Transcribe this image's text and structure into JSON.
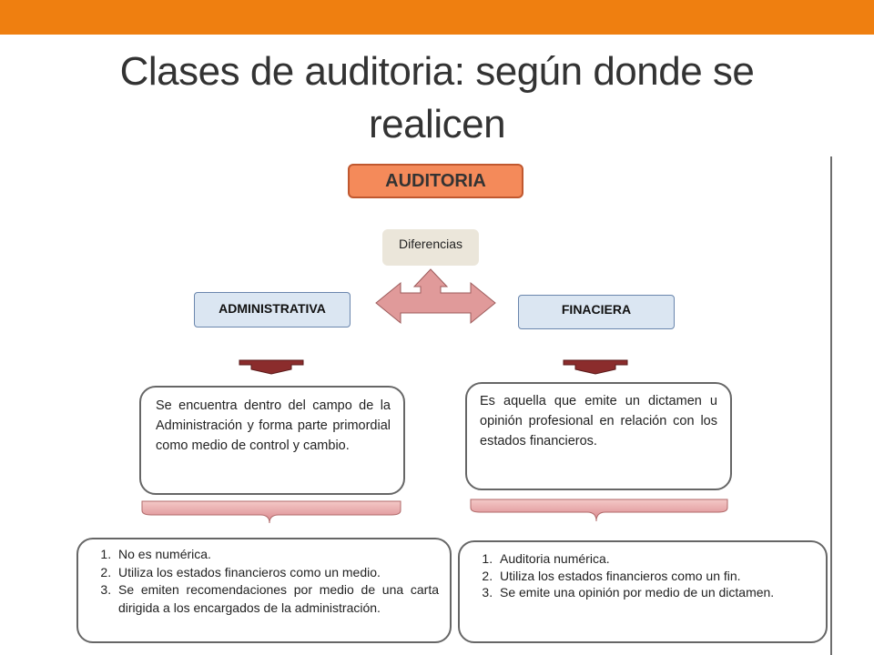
{
  "slide": {
    "title": "Clases de auditoria: según donde se realicen"
  },
  "diagram": {
    "root": "AUDITORIA",
    "relation": "Diferencias",
    "left": {
      "heading": "ADMINISTRATIVA",
      "description": "Se encuentra dentro del campo de la Administración y forma parte primordial como medio de control y cambio.",
      "items": [
        "No es numérica.",
        "Utiliza los estados financieros como un medio.",
        "Se emiten recomendaciones por medio de una carta dirigida a los encargados de la administración."
      ]
    },
    "right": {
      "heading": "FINACIERA",
      "description": "Es aquella que emite un dictamen u opinión profesional en relación con los estados financieros.",
      "items": [
        "Auditoria numérica.",
        "Utiliza los estados financieros como un fin.",
        "Se emite una opinión por medio de un dictamen."
      ]
    }
  },
  "colors": {
    "header_bar": "#ef7f10",
    "root_box": "#f48a5a",
    "heading_box": "#dbe6f2",
    "relation_box": "#ebe6da",
    "arrow": "#e09a9a",
    "down_arrow": "#8b2c2c"
  }
}
